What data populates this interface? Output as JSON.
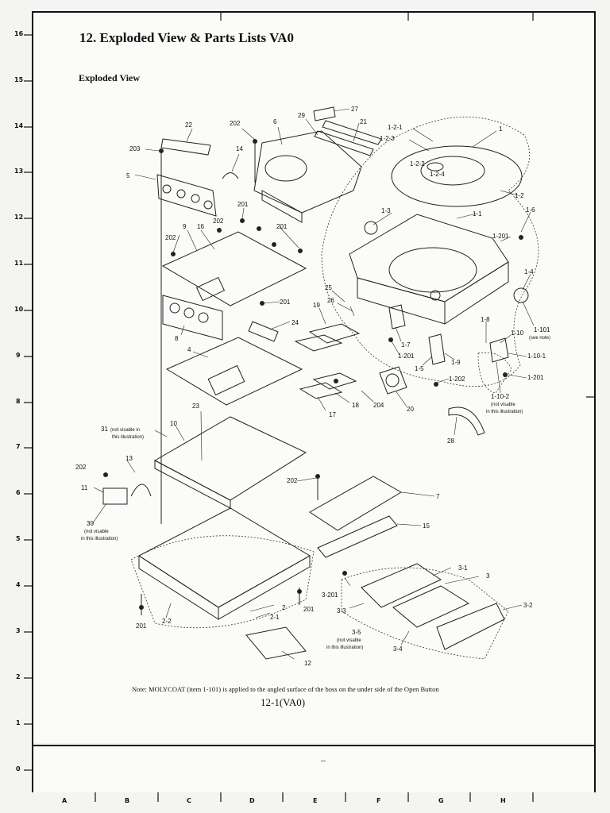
{
  "document": {
    "title": "12. Exploded View & Parts Lists VA0",
    "subtitle": "Exploded View",
    "note": "Note: MOLYCOAT (item 1-101) is applied to the angled surface of the boss on the under side of the Open Button",
    "page_id": "12-1(VA0)",
    "footer_mark": "–"
  },
  "row_labels": [
    "16",
    "15",
    "14",
    "13",
    "12",
    "11",
    "10",
    "9",
    "8",
    "7",
    "6",
    "5",
    "4",
    "3",
    "2",
    "1",
    "0"
  ],
  "column_labels": [
    "A",
    "B",
    "C",
    "D",
    "E",
    "F",
    "G",
    "H"
  ],
  "part_labels": {
    "l1": "1",
    "l1_1": "1-1",
    "l1_2": "1-2",
    "l1_2_1": "1-2-1",
    "l1_2_2": "1-2-2",
    "l1_2_3": "1-2-3",
    "l1_2_4": "1-2-4",
    "l1_3": "1-3",
    "l1_4": "1-4",
    "l1_5": "1-5",
    "l1_6": "1-6",
    "l1_7": "1-7",
    "l1_8": "1-8",
    "l1_9": "1-9",
    "l1_10": "1-10",
    "l1_10_1": "1-10-1",
    "l1_10_2": "1-10-2",
    "l1_101": "1-101",
    "l1_201a": "1-201",
    "l1_201b": "1-201",
    "l1_201c": "1-201",
    "l1_202": "1-202",
    "l2": "2",
    "l2_1": "2-1",
    "l2_2": "2-2",
    "l3": "3",
    "l3_1": "3-1",
    "l3_2": "3-2",
    "l3_3": "3-3",
    "l3_4": "3-4",
    "l3_5": "3-5",
    "l3_201": "3-201",
    "l4": "4",
    "l5": "5",
    "l6": "6",
    "l7": "7",
    "l8": "8",
    "l9": "9",
    "l10": "10",
    "l11": "11",
    "l12": "12",
    "l13": "13",
    "l14": "14",
    "l15": "15",
    "l16": "16",
    "l17": "17",
    "l18": "18",
    "l19": "19",
    "l20": "20",
    "l21": "21",
    "l22": "22",
    "l23": "23",
    "l24": "24",
    "l25": "25",
    "l26": "26",
    "l27": "27",
    "l28": "28",
    "l29": "29",
    "l30": "30",
    "l31": "31",
    "l201a": "201",
    "l201b": "201",
    "l201c": "201",
    "l201d": "201",
    "l201e": "201",
    "l202a": "202",
    "l202b": "202",
    "l202c": "202",
    "l202d": "202",
    "l202e": "202",
    "l203": "203",
    "l204": "204",
    "n31a": "(not visable in",
    "n31b": "this illustration)",
    "n30a": "(not visable",
    "n30b": "in this illustration)",
    "n110a": "(not visable",
    "n110b": "in this illustration)",
    "n35a": "(not visable",
    "n35b": "in this illustration)",
    "see_note": "(see note)"
  }
}
